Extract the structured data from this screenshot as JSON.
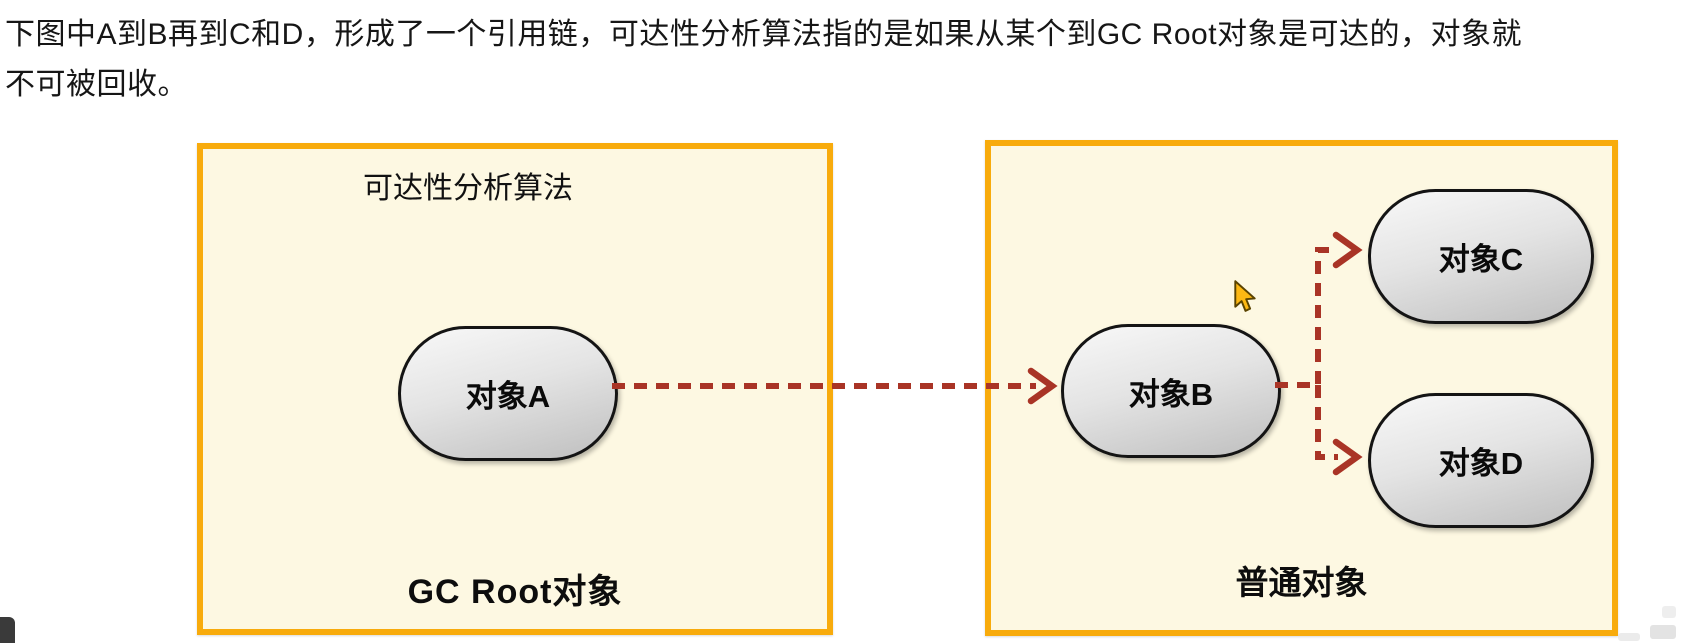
{
  "intro": {
    "line1": "下图中A到B再到C和D，形成了一个引用链，可达性分析算法指的是如果从某个到GC Root对象是可达的，对象就",
    "line2": "不可被回收。"
  },
  "left_box": {
    "title": "可达性分析算法",
    "footer": "GC Root对象",
    "node_a": {
      "label": "对象A"
    }
  },
  "right_box": {
    "footer": "普通对象",
    "node_b": {
      "label": "对象B"
    },
    "node_c": {
      "label": "对象C"
    },
    "node_d": {
      "label": "对象D"
    }
  },
  "edges": [
    {
      "from": "对象A",
      "to": "对象B",
      "style": "dashed-arrow"
    },
    {
      "from": "对象B",
      "to": "对象C",
      "style": "dashed-arrow-elbow"
    },
    {
      "from": "对象B",
      "to": "对象D",
      "style": "dashed-arrow-elbow"
    }
  ],
  "icons": {
    "cursor": "mouse-arrow-pointer"
  },
  "colors": {
    "box_fill": "#FDF8E2",
    "box_border": "#F8AB0C",
    "arrow": "#A93426",
    "node_fill_top": "#F8F8F8",
    "node_fill_bottom": "#BFBFBF",
    "node_border": "#141414",
    "cursor_fill": "#FDB813",
    "text": "#161616"
  }
}
